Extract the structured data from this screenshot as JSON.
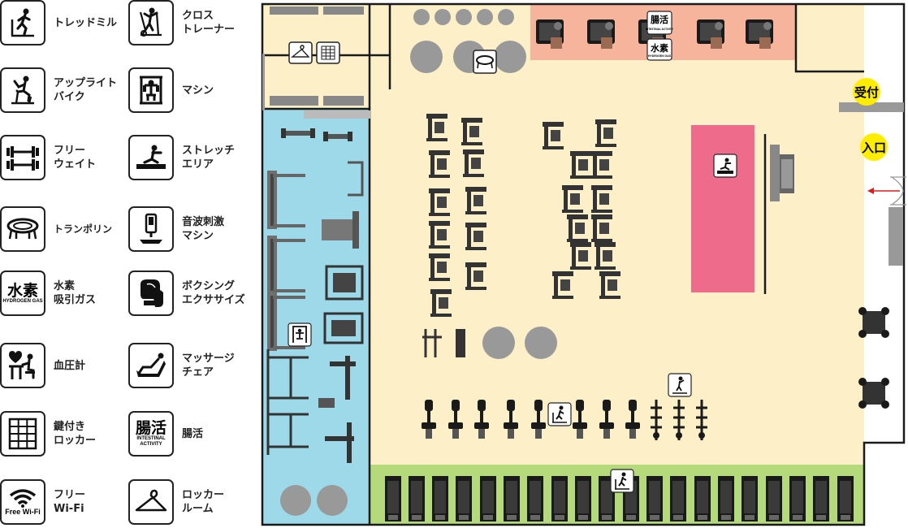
{
  "legend": {
    "items": [
      {
        "key": "treadmill",
        "label": "トレッドミル"
      },
      {
        "key": "cross_trainer",
        "label": "クロス\nトレーナー"
      },
      {
        "key": "upright_bike",
        "label": "アップライト\nバイク"
      },
      {
        "key": "machine",
        "label": "マシン"
      },
      {
        "key": "free_weight",
        "label": "フリー\nウェイト"
      },
      {
        "key": "stretch_area",
        "label": "ストレッチ\nエリア"
      },
      {
        "key": "trampoline",
        "label": "トランポリン"
      },
      {
        "key": "sonic_machine",
        "label": "音波刺激\nマシン"
      },
      {
        "key": "hydrogen_gas",
        "label": "水素\n吸引ガス"
      },
      {
        "key": "boxing",
        "label": "ボクシング\nエクササイズ"
      },
      {
        "key": "blood_pressure",
        "label": "血圧計"
      },
      {
        "key": "massage_chair",
        "label": "マッサージ\nチェア"
      },
      {
        "key": "key_locker",
        "label": "鍵付き\nロッカー"
      },
      {
        "key": "gut_activity",
        "label": "腸活"
      },
      {
        "key": "free_wifi",
        "label": "フリー\nWi-Fi"
      },
      {
        "key": "locker_room",
        "label": "ロッカー\nルーム"
      }
    ],
    "icon_text": {
      "hydrogen_main": "水素",
      "hydrogen_sub": "HYDROGEN GAS",
      "gut_main": "腸活",
      "gut_sub1": "INTESTINAL",
      "gut_sub2": "ACTIVITY",
      "wifi_text": "Free Wi-Fi"
    }
  },
  "map": {
    "reception": "受付",
    "entrance": "入口",
    "gut_badge_main": "腸活",
    "gut_badge_sub": "INTESTINAL ACTIVITY",
    "hydrogen_badge_main": "水素",
    "hydrogen_badge_sub": "HYDROGEN GAS"
  },
  "colors": {
    "floor": "#fdf0c8",
    "free_weight_zone": "#9ed9ea",
    "treadmill_zone": "#b4da7c",
    "gut_zone": "#f6b49c",
    "stretch_zone": "#ef6b8b",
    "badge_yellow": "#ffed00",
    "wall": "#1a1a1a"
  }
}
